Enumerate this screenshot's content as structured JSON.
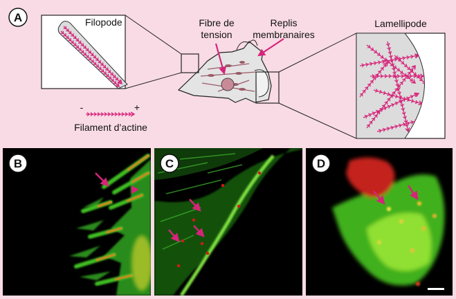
{
  "figure": {
    "panel_letters": {
      "a": "A",
      "b": "B",
      "c": "C",
      "d": "D"
    },
    "labels": {
      "filopode": "Filopode",
      "fibre_line1": "Fibre de",
      "fibre_line2": "tension",
      "replis_line1": "Replis",
      "replis_line2": "membranaires",
      "lamellipode": "Lamellipode",
      "filament": "Filament d’actine",
      "minus": "-",
      "plus": "+"
    },
    "colors": {
      "background": "#f9dbe5",
      "actin": "#d6247a",
      "green": "#45d020",
      "red": "#d51a14",
      "cell_fill": "#e4e4e4",
      "nucleus": "#c98a98"
    }
  }
}
